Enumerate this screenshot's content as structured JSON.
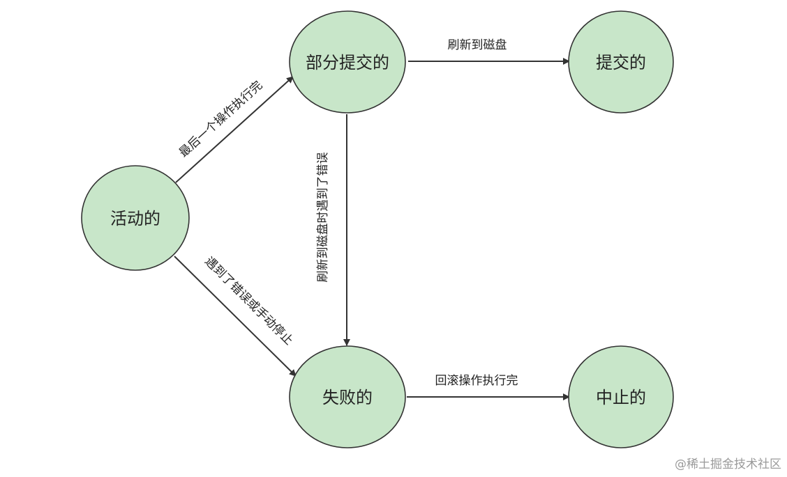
{
  "nodes": [
    {
      "id": "active",
      "label": "活动的"
    },
    {
      "id": "partially-committed",
      "label": "部分提交的"
    },
    {
      "id": "committed",
      "label": "提交的"
    },
    {
      "id": "failed",
      "label": "失败的"
    },
    {
      "id": "aborted",
      "label": "中止的"
    }
  ],
  "edges": [
    {
      "from": "active",
      "to": "partially-committed",
      "label": "最后一个操作执行完"
    },
    {
      "from": "partially-committed",
      "to": "committed",
      "label": "刷新到磁盘"
    },
    {
      "from": "partially-committed",
      "to": "failed",
      "label": "刷新到磁盘时遇到了错误"
    },
    {
      "from": "active",
      "to": "failed",
      "label": "遇到了错误或手动停止"
    },
    {
      "from": "failed",
      "to": "aborted",
      "label": "回滚操作执行完"
    }
  ],
  "watermark": "@稀土掘金技术社区",
  "colors": {
    "node_fill": "#c8e6c9",
    "stroke": "#333333",
    "text": "#222222",
    "watermark": "#9a9a9a"
  }
}
